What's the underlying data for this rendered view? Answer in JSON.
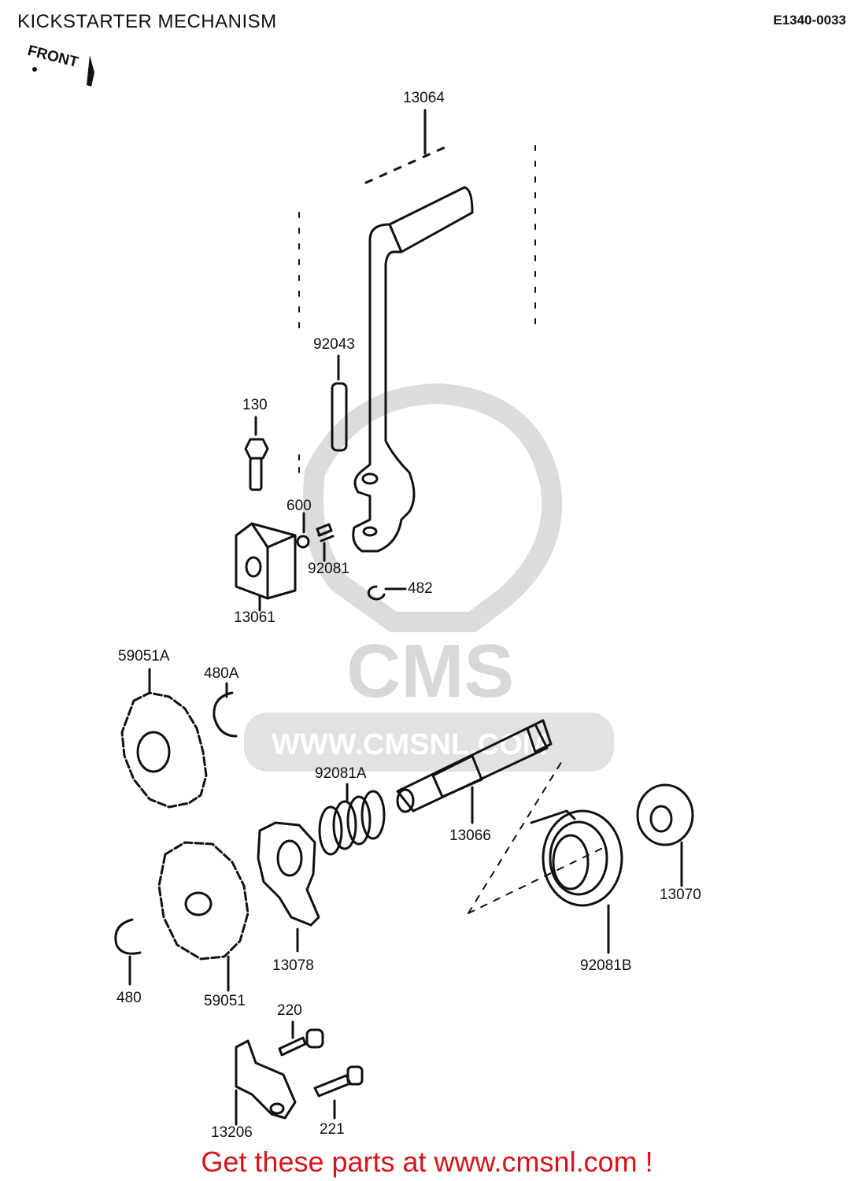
{
  "header": {
    "title": "KICKSTARTER MECHANISM",
    "code": "E1340-0033",
    "front_label": "FRONT"
  },
  "watermark": {
    "brand": "CMS",
    "url": "WWW.CMSNL.COM"
  },
  "parts": {
    "p13064": "13064",
    "p92043": "92043",
    "p130": "130",
    "p600": "600",
    "p92081": "92081",
    "p13061": "13061",
    "p482": "482",
    "p59051A": "59051A",
    "p480A": "480A",
    "p92081A": "92081A",
    "p13066": "13066",
    "p13070": "13070",
    "p92081B": "92081B",
    "p13078": "13078",
    "p480": "480",
    "p59051": "59051",
    "p220": "220",
    "p221": "221",
    "p13206": "13206"
  },
  "footer": {
    "cta": "Get these parts at www.cmsnl.com !"
  },
  "colors": {
    "ink": "#111111",
    "watermark": "#d9d9d9",
    "cta": "#d6141b"
  }
}
